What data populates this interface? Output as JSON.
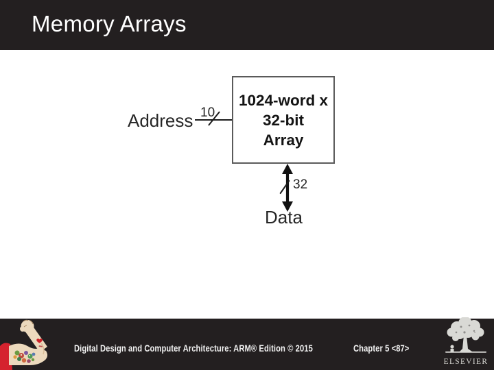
{
  "slide": {
    "title": "Memory Arrays"
  },
  "diagram": {
    "address_label": "Address",
    "address_bus_width": "10",
    "block_lines": [
      "1024-word x",
      "32-bit",
      "Array"
    ],
    "data_bus_width": "32",
    "data_label": "Data"
  },
  "footer": {
    "credit": "Digital Design and Computer Architecture: ARM® Edition © 2015",
    "chapter": "Chapter 5 <87>",
    "publisher": "ELSEVIER"
  },
  "colors": {
    "bar_background": "#231f20",
    "diagram_ink": "#1a1a1a",
    "box_border": "#5a5a5a",
    "sleeve_red": "#d5232e",
    "skin_tone": "#ecd9bd",
    "tattoo_heart_red": "#cc2027",
    "logo_gray": "#d9d9d5",
    "footer_text": "#f2f2f2"
  }
}
